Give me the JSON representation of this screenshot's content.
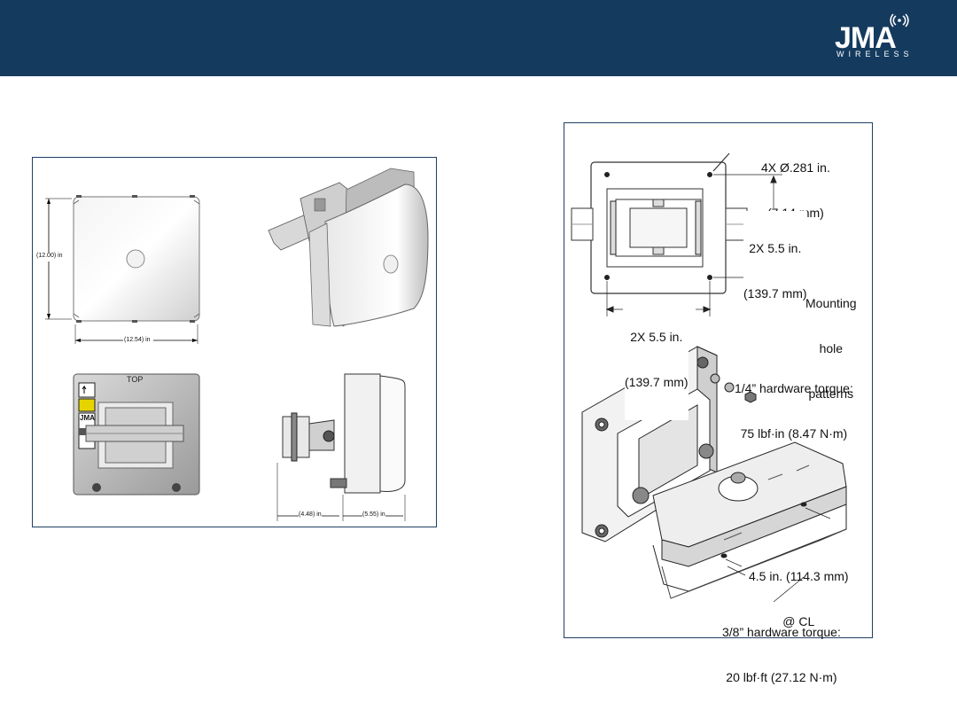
{
  "brand": {
    "name": "JMA",
    "subtitle": "WIRELESS"
  },
  "left_drawing": {
    "height_dim": "(12.00) in",
    "width_dim": "(12.54) in",
    "top_label": "TOP",
    "label_brand": "JMA",
    "depth_dim_1": "(4.48) in",
    "depth_dim_2": "(5.55) in"
  },
  "right_drawing": {
    "hole_note_1": "4X Ø.281 in.",
    "hole_note_2": "(7.14 mm)",
    "vert_spacing_1": "2X 5.5 in.",
    "vert_spacing_2": "(139.7 mm)",
    "pattern_note_1": "Mounting",
    "pattern_note_2": "hole",
    "pattern_note_3": "patterns",
    "horiz_spacing_1": "2X 5.5 in.",
    "horiz_spacing_2": "(139.7 mm)",
    "torque_quarter_1": "1/4” hardware torque:",
    "torque_quarter_2": "75 lbf·in (8.47 N·m)",
    "slot_spacing_1": "4.5 in. (114.3 mm)",
    "slot_spacing_2": "@ CL",
    "torque_3_8_1": "3/8” hardware torque:",
    "torque_3_8_2": "20 lbf·ft (27.12 N·m)"
  },
  "colors": {
    "header": "#143a5e",
    "panel_border": "#1f3f63"
  }
}
